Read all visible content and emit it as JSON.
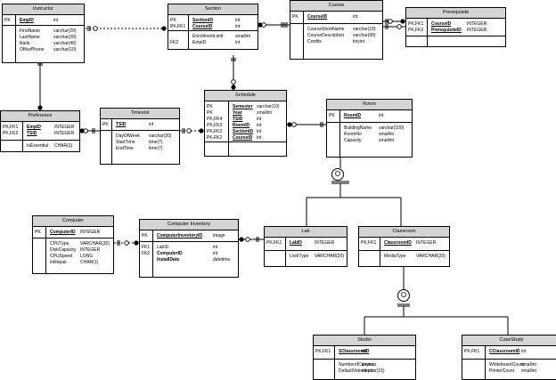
{
  "tables": [
    {
      "id": "instructor",
      "title": "Instructor",
      "sections": [
        [
          {
            "key": "PK",
            "name": "EmpID",
            "type": "int",
            "u": true
          }
        ],
        [
          {
            "key": "",
            "name": "FirstName",
            "type": "varchar(20)"
          },
          {
            "key": "",
            "name": "LastName",
            "type": "varchar(20)"
          },
          {
            "key": "",
            "name": "Rank",
            "type": "varchar(40)"
          },
          {
            "key": "",
            "name": "OfficePhone",
            "type": "varchar(10)"
          }
        ]
      ]
    },
    {
      "id": "section",
      "title": "Section",
      "sections": [
        [
          {
            "key": "PK",
            "name": "SectionID",
            "type": "int",
            "u": true
          },
          {
            "key": "PK,FK1",
            "name": "CourseID",
            "type": "int",
            "u": true
          }
        ],
        [
          {
            "key": "",
            "name": "EnrollmentLimit",
            "type": "smallint"
          },
          {
            "key": "FK2",
            "name": "EmpID",
            "type": "int"
          }
        ]
      ]
    },
    {
      "id": "course",
      "title": "Course",
      "sections": [
        [
          {
            "key": "PK",
            "name": "CourseID",
            "type": "int",
            "u": true
          }
        ],
        [
          {
            "key": "",
            "name": "CourseShortName",
            "type": "varchar(10)"
          },
          {
            "key": "",
            "name": "CourseDescription",
            "type": "varchar(60)"
          },
          {
            "key": "",
            "name": "Credits",
            "type": "tinyint"
          }
        ]
      ]
    },
    {
      "id": "prerequisite",
      "title": "Prerequisite",
      "sections": [
        [
          {
            "key": "PK,FK1",
            "name": "CourseID",
            "type": "INTEGER",
            "u": true
          },
          {
            "key": "PK,FK2",
            "name": "PrerequisiteID",
            "type": "INTEGER",
            "u": true
          }
        ],
        []
      ]
    },
    {
      "id": "preference",
      "title": "Preference",
      "sections": [
        [
          {
            "key": "PK,FK1",
            "name": "EmpID",
            "type": "INTEGER",
            "u": true
          },
          {
            "key": "PK,FK2",
            "name": "TSID",
            "type": "INTEGER",
            "u": true
          }
        ],
        [
          {
            "key": "",
            "name": "IsEssential",
            "type": "CHAR(1)"
          }
        ]
      ]
    },
    {
      "id": "timeslot",
      "title": "Timeslot",
      "sections": [
        [
          {
            "key": "PK",
            "name": "TSID",
            "type": "int",
            "u": true
          }
        ],
        [
          {
            "key": "",
            "name": "DayOfWeek",
            "type": "varchar(20)"
          },
          {
            "key": "",
            "name": "StartTime",
            "type": "time(7)"
          },
          {
            "key": "",
            "name": "EndTime",
            "type": "time(7)"
          }
        ]
      ]
    },
    {
      "id": "schedule",
      "title": "Schedule",
      "sections": [
        [
          {
            "key": "PK",
            "name": "Semester",
            "type": "varchar(10)",
            "u": true
          },
          {
            "key": "PK",
            "name": "Year",
            "type": "smallint",
            "u": true
          },
          {
            "key": "PK,FK4",
            "name": "TSID",
            "type": "int",
            "u": true
          },
          {
            "key": "PK,FK3",
            "name": "RoomID",
            "type": "int",
            "u": true
          },
          {
            "key": "PK,FK2",
            "name": "SectionID",
            "type": "int",
            "u": true
          },
          {
            "key": "PK,FK2",
            "name": "CourseID",
            "type": "int",
            "u": true
          }
        ],
        []
      ]
    },
    {
      "id": "room",
      "title": "Room",
      "sections": [
        [
          {
            "key": "PK",
            "name": "RoomID",
            "type": "int",
            "u": true
          }
        ],
        [
          {
            "key": "",
            "name": "BuildingName",
            "type": "varchar(100)"
          },
          {
            "key": "",
            "name": "RoomNo",
            "type": "smallint"
          },
          {
            "key": "",
            "name": "Capacity",
            "type": "smallint"
          }
        ]
      ]
    },
    {
      "id": "computer",
      "title": "Computer",
      "sections": [
        [
          {
            "key": "PK",
            "name": "ComputerID",
            "type": "INTEGER",
            "u": true
          }
        ],
        [
          {
            "key": "",
            "name": "CPUType",
            "type": "VARCHAR(30)"
          },
          {
            "key": "",
            "name": "DiskCapacity",
            "type": "INTEGER"
          },
          {
            "key": "",
            "name": "CPUSpeed",
            "type": "LONG"
          },
          {
            "key": "",
            "name": "InRepair",
            "type": "CHAR(1)"
          }
        ]
      ]
    },
    {
      "id": "computer-inventory",
      "title": "Computer Inventory",
      "sections": [
        [
          {
            "key": "PK",
            "name": "ComputerInventoryID",
            "type": "image",
            "u": true
          }
        ],
        [
          {
            "key": "FK1",
            "name": "LabID",
            "type": "int"
          },
          {
            "key": "FK2",
            "name": "ComputerID",
            "type": "int",
            "b": true
          },
          {
            "key": "",
            "name": "InstallDate",
            "type": "datetime",
            "b": true
          }
        ]
      ]
    },
    {
      "id": "lab",
      "title": "Lab",
      "sections": [
        [
          {
            "key": "PK,FK1",
            "name": "LabID",
            "type": "INTEGER",
            "u": true
          }
        ],
        [
          {
            "key": "",
            "name": "LockType",
            "type": "VARCHAR(20)"
          }
        ]
      ]
    },
    {
      "id": "classroom",
      "title": "Classroom",
      "sections": [
        [
          {
            "key": "PK,FK1",
            "name": "ClassroomID",
            "type": "INTEGER",
            "u": true
          }
        ],
        [
          {
            "key": "",
            "name": "MediaType",
            "type": "VARCHAR(20)"
          }
        ]
      ]
    },
    {
      "id": "studio",
      "title": "Studio",
      "sections": [
        [
          {
            "key": "PK,FK1",
            "name": "SClassroomID",
            "type": "int",
            "u": true
          }
        ],
        [
          {
            "key": "",
            "name": "NumberofCameras",
            "type": "tinyint"
          },
          {
            "key": "",
            "name": "DefaultVideoInput",
            "type": "varchar(15)"
          }
        ]
      ]
    },
    {
      "id": "casestudy",
      "title": "CaseStudy",
      "sections": [
        [
          {
            "key": "PK,FK1",
            "name": "CClassroomID",
            "type": "int",
            "u": true
          }
        ],
        [
          {
            "key": "",
            "name": "WhiteboardCount",
            "type": "smallint"
          },
          {
            "key": "",
            "name": "PrinterCount",
            "type": "smallint"
          }
        ]
      ]
    }
  ],
  "subtype_markers": [
    {
      "id": "room-subtype",
      "symbol": "O"
    },
    {
      "id": "classroom-subtype",
      "symbol": "O"
    }
  ]
}
